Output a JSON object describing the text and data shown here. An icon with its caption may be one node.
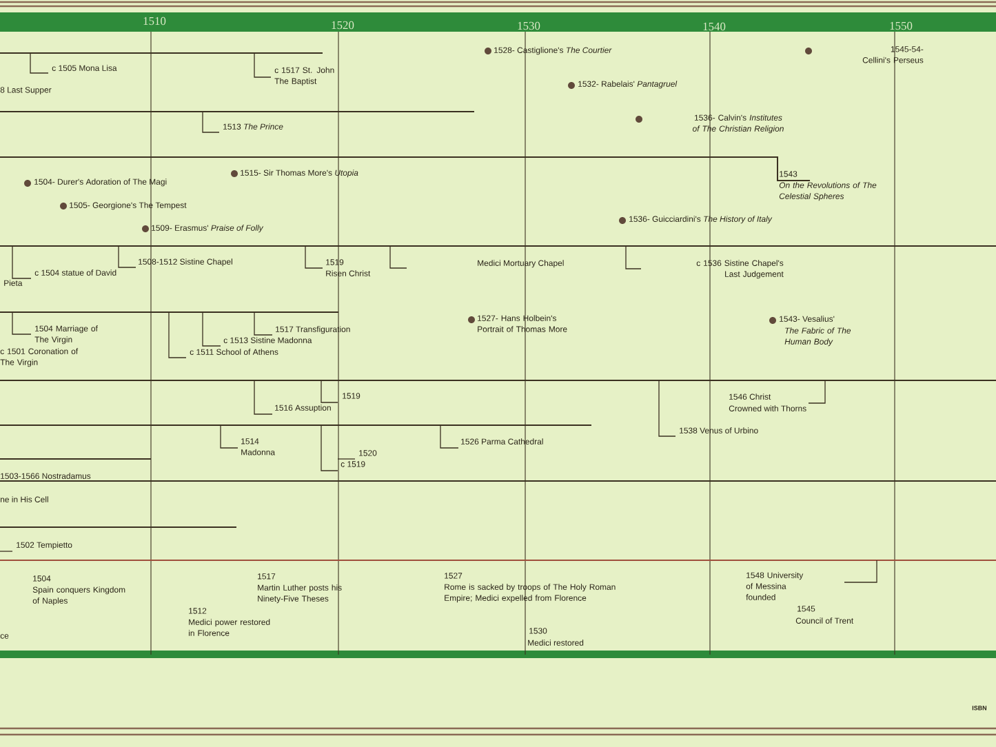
{
  "diagram": {
    "labels": [
      "1510",
      "1520",
      "1530",
      "1540",
      "1550",
      "c 1505 Mona Lisa",
      "c 1517 St. John The Baptist",
      "8 Last Supper",
      "1513 *The Prince*",
      "1528- Castiglione's *The Courtier*",
      "1545-54- Cellini's Perseus",
      "1532- Rabelais' *Pantagruel*",
      "1536- Calvin's *Institutes of The Christian Religion*",
      "1543",
      "On the Revolutions of The Celestial Spheres",
      "1515- Sir Thomas More's *Utopia*",
      "1504- Durer's Adoration of The Magi",
      "1505- Georgione's The Tempest",
      "1509- Erasmus' *Praise of Folly*",
      "1536- Guicciardini's *The History of Italy*",
      "1508-1512 Sistine Chapel",
      "1519",
      "Medici Mortuary Chapel",
      "c 1536 Sistine Chapel's Last Judgement",
      "c 1504 statue of David",
      "Risen Christ",
      "Pieta",
      "1527- Hans Holbein's Portrait of Thomas More",
      "1543- Vesalius'",
      "1504 Marriage of The Virgin",
      "1517 Transfiguration",
      "The Fabric of The Human Body",
      "c 1513 Sistine Madonna",
      "c 1501 Coronation of The Virgin",
      "c 1511 School of Athens",
      "1519",
      "1546 Christ",
      "1516 Assuption",
      "Crowned with Thorns",
      "1538 Venus of Urbino",
      "1514 Madonna",
      "1526 Parma Cathedral",
      "1520",
      "c 1519",
      "1503-1566 Nostradamus",
      "ne in His Cell",
      "1502 Tempietto",
      "1504",
      "Spain conquers Kingdom of Naples",
      "1512",
      "Medici power restored in Florence",
      "1517",
      "Martin Luther posts his Ninety-Five Theses",
      "1527",
      "Rome is sacked by troops of The Holy Roman Empire; Medici expelled from Florence",
      "1530",
      "Medici restored",
      "1548 University of Messina founded",
      "1545",
      "Council of Trent",
      "ce",
      "ISBN"
    ]
  }
}
